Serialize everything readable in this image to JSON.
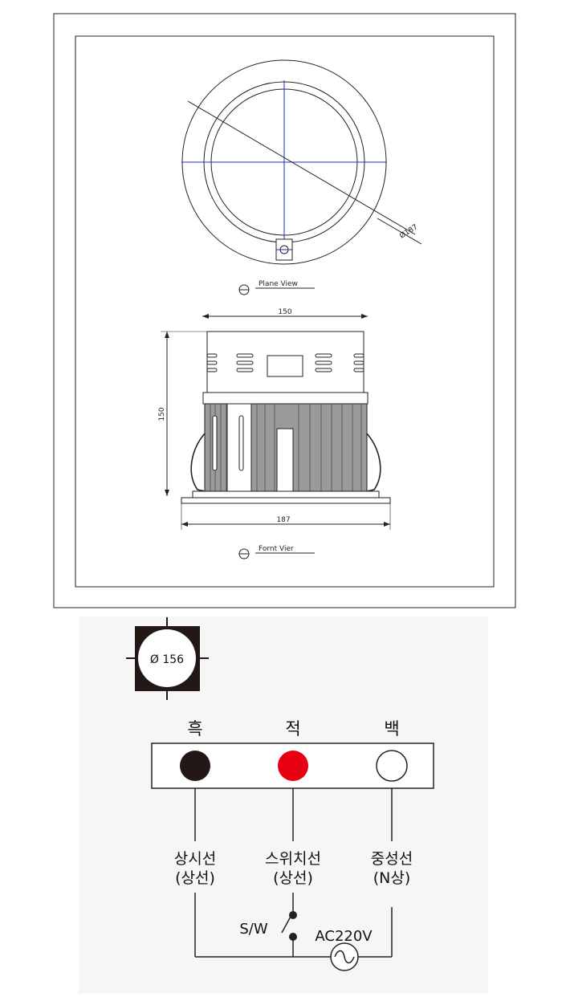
{
  "drawing": {
    "plane_view": {
      "diameter_label": "Ø187",
      "caption": "Plane View"
    },
    "front_view": {
      "top_width_label": "150",
      "height_label": "150",
      "bottom_width_label": "187",
      "caption": "Fornt Vier"
    }
  },
  "cutout": {
    "label": "Ø 156"
  },
  "wiring": {
    "terminals": [
      {
        "label": "흑",
        "color": "#231815"
      },
      {
        "label": "적",
        "color": "#e60012"
      },
      {
        "label": "백",
        "color": "#ffffff"
      }
    ],
    "lines": [
      {
        "line1": "상시선",
        "line2": "(상선)"
      },
      {
        "line1": "스위치선",
        "line2": "(상선)"
      },
      {
        "line1": "중성선",
        "line2": "(N상)"
      }
    ],
    "switch_label": "S/W",
    "source_label": "AC220V"
  }
}
